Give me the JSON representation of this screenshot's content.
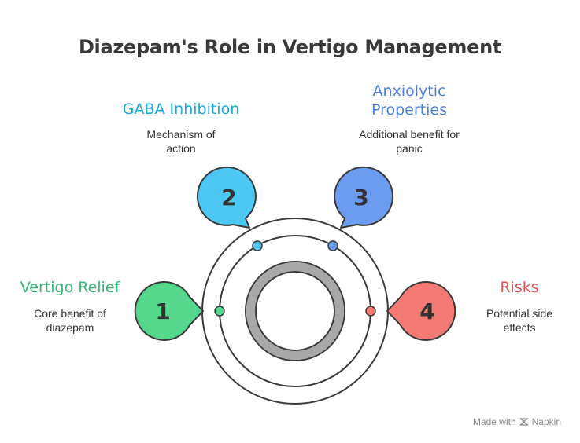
{
  "title": "Diazepam's Role in Vertigo Management",
  "items": [
    {
      "number": "1",
      "label": "Vertigo Relief",
      "description_lines": [
        "Core benefit of",
        "diazepam"
      ],
      "color": "#33b873",
      "fill": "#55d88e"
    },
    {
      "number": "2",
      "label": "GABA Inhibition",
      "description_lines": [
        "Mechanism of",
        "action"
      ],
      "color": "#1aa9d9",
      "fill": "#4cc8f2"
    },
    {
      "number": "3",
      "label_lines": [
        "Anxiolytic",
        "Properties"
      ],
      "description_lines": [
        "Additional benefit for",
        "panic"
      ],
      "color": "#4e80e0",
      "fill": "#6c9cf0"
    },
    {
      "number": "4",
      "label": "Risks",
      "description_lines": [
        "Potential side",
        "effects"
      ],
      "color": "#e05050",
      "fill": "#f47a74"
    }
  ],
  "footer": {
    "made_with": "Made with",
    "brand": "Napkin"
  }
}
